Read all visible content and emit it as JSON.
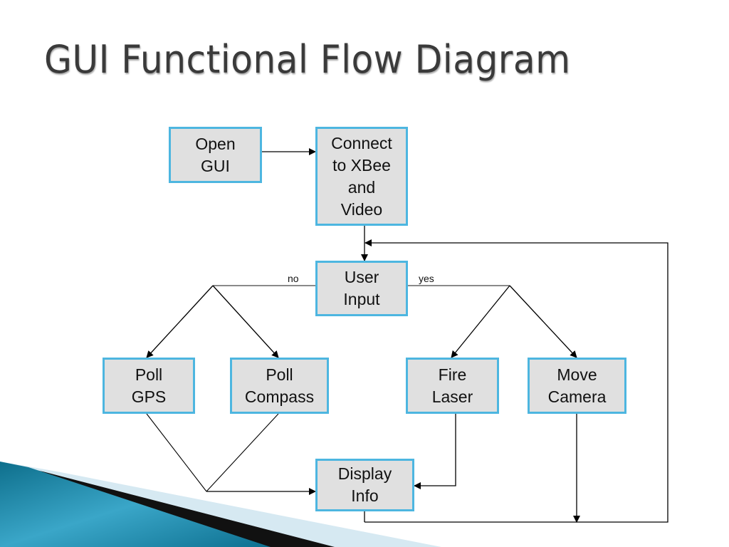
{
  "title": "GUI Functional Flow Diagram",
  "nodes": {
    "open_gui": "Open\nGUI",
    "connect": "Connect\nto XBee\nand\nVideo",
    "user_input": "User\nInput",
    "poll_gps": "Poll\nGPS",
    "poll_compass": "Poll\nCompass",
    "fire_laser": "Fire\nLaser",
    "move_camera": "Move\nCamera",
    "display_info": "Display\nInfo"
  },
  "edge_labels": {
    "no": "no",
    "yes": "yes"
  },
  "colors": {
    "node_fill": "#e0e0e0",
    "node_border": "#4db6e0",
    "title": "#3a3a3a",
    "accent_teal": "#1a7fa0"
  }
}
